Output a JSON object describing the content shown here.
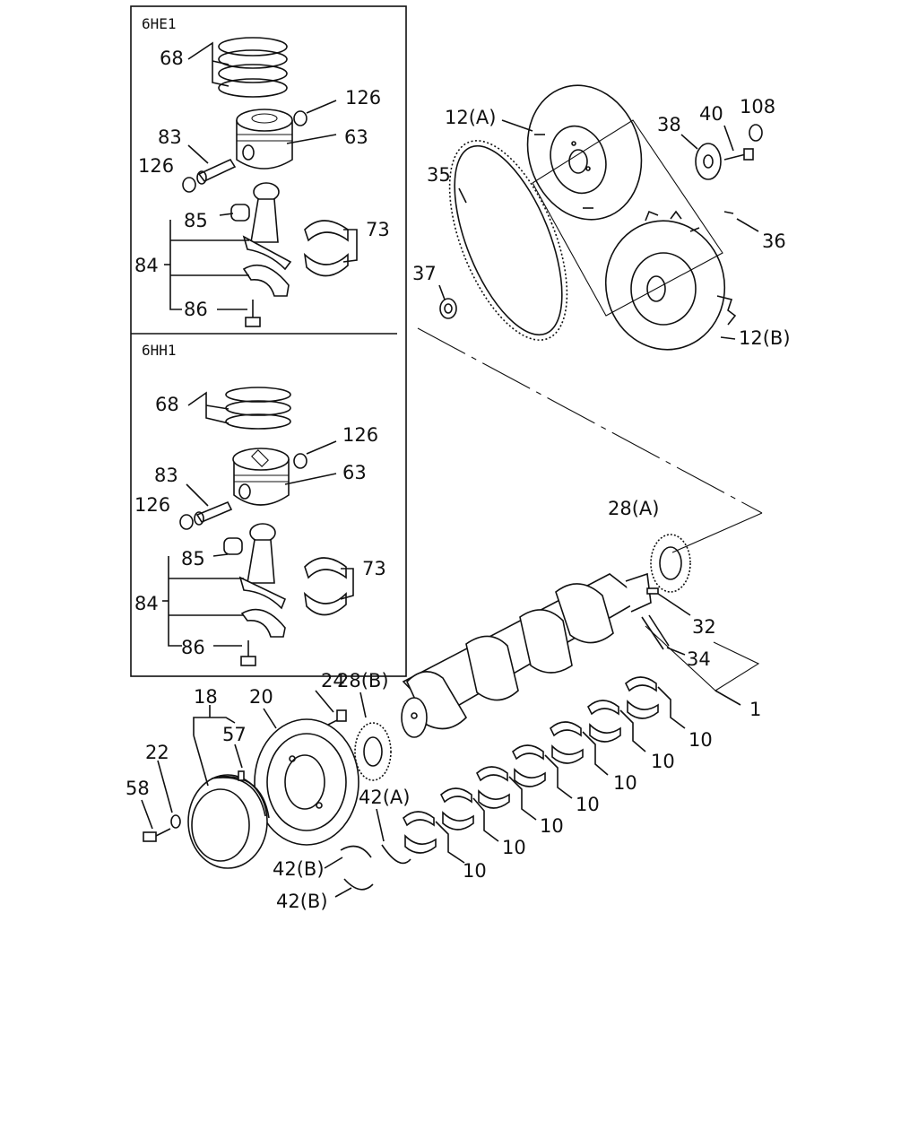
{
  "engine_variants": [
    "6HE1",
    "6HH1"
  ],
  "callouts": {
    "top": {
      "rings": "68",
      "circlip": "126",
      "pin": "83",
      "circlip_left": "126",
      "piston": "63",
      "bushing": "85",
      "conrod": "84",
      "bearing": "73",
      "bolt": "86"
    },
    "bottom": {
      "rings": "68",
      "circlip": "126",
      "pin": "83",
      "circlip_left": "126",
      "piston": "63",
      "bushing": "85",
      "conrod": "84",
      "bearing": "73",
      "bolt": "86"
    },
    "flywheel_a": "12(A)",
    "flywheel_b": "12(B)",
    "ring_gear": "35",
    "pilot_bearing": "37",
    "plate": "38",
    "bolt_40": "40",
    "seal_108": "108",
    "dowel_36": "36",
    "gear_28a": "28(A)",
    "key_32": "32",
    "pin_34": "34",
    "crankshaft": "1",
    "bolt_24": "24",
    "gear_28b": "28(B)",
    "pulley_20": "20",
    "damper_18": "18",
    "key_57": "57",
    "washer_22": "22",
    "bolt_58": "58",
    "thrust_42a": "42(A)",
    "thrust_42b_1": "42(B)",
    "thrust_42b_2": "42(B)",
    "main_bearing": "10"
  }
}
